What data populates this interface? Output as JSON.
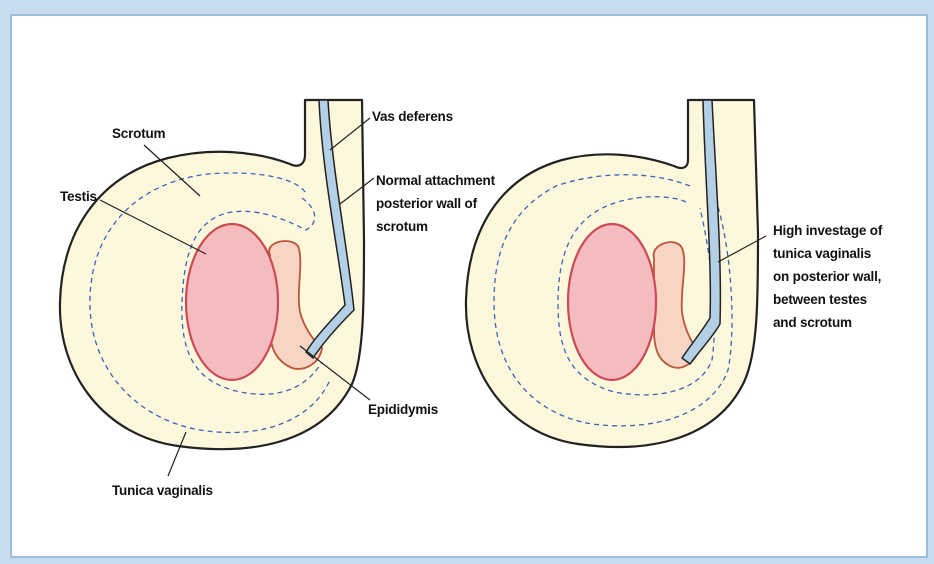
{
  "labels": {
    "scrotum": "Scrotum",
    "testis": "Testis",
    "vas_deferens": "Vas deferens",
    "normal_attachment": [
      "Normal attachment",
      "posterior wall of",
      "scrotum"
    ],
    "epididymis": "Epididymis",
    "tunica_vaginalis": "Tunica vaginalis",
    "high_investage": [
      "High investage of",
      "tunica vaginalis",
      "on posterior wall,",
      "between testes",
      "and scrotum"
    ]
  },
  "colors": {
    "background": "#c8dcef",
    "panel": "#ffffff",
    "scrotum_fill": "#fdf8dc",
    "testis_fill": "#f5bcc0",
    "testis_stroke": "#cc4a55",
    "epididymis_fill": "#f8d4c4",
    "vas_fill": "#b4d0e6",
    "dashed_line": "#3a63b8"
  }
}
